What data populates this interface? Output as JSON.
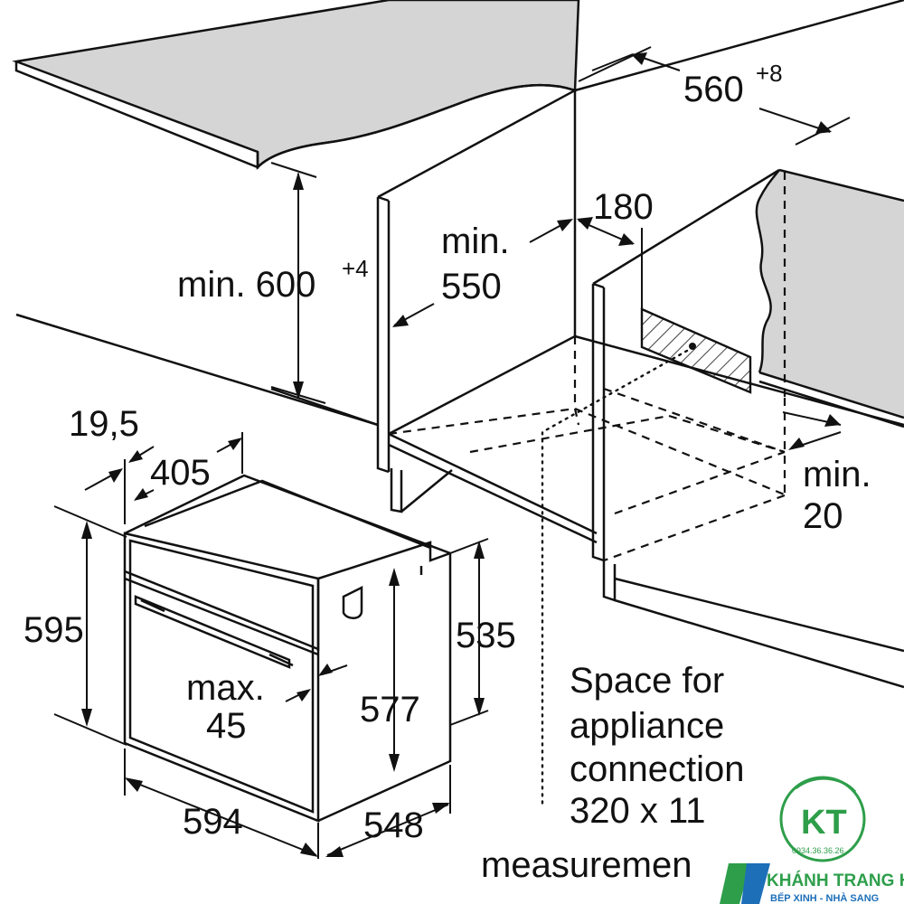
{
  "labels": {
    "width_top": "560",
    "width_top_sup": "+8",
    "depth_min_label": "min.",
    "depth_min_value": "550",
    "height_min": "min. 600",
    "height_min_sup": "+4",
    "gap_180": "180",
    "gap_min20_a": "min.",
    "gap_min20_b": "20",
    "front_19_5": "19,5",
    "front_405": "405",
    "height_595": "595",
    "depth_535": "535",
    "handle_max_a": "max.",
    "handle_max_b": "45",
    "inner_577": "577",
    "width_594": "594",
    "depth_548": "548",
    "note_line1": "Space for",
    "note_line2": "appliance",
    "note_line3": "connection",
    "note_line4": "320 x 11",
    "caption": "measuremen"
  },
  "logo": {
    "initials": "KT",
    "phone": "0934.36.36.26",
    "name": "KHÁNH TRANG HOME",
    "tagline": "BẾP XINH - NHÀ SANG",
    "color_green": "#2e9e4a",
    "color_blue": "#1d6fb8"
  }
}
